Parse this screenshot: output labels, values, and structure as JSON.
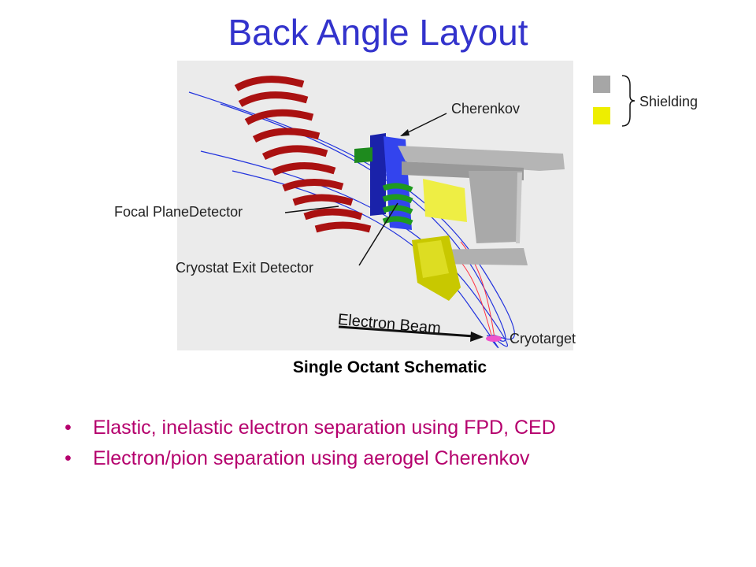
{
  "title": "Back Angle Layout",
  "labels": {
    "cherenkov": "Cherenkov",
    "focal_plane": "Focal PlaneDetector",
    "cryostat_exit": "Cryostat Exit Detector",
    "electron_beam": "Electron Beam",
    "cryotarget": "Cryotarget"
  },
  "legend": {
    "label": "Shielding",
    "swatches": [
      {
        "color": "#a6a6a6"
      },
      {
        "color": "#eeee00"
      }
    ]
  },
  "caption": "Single Octant Schematic",
  "bullets": [
    "Elastic, inelastic electron separation using FPD, CED",
    "Electron/pion separation using aerogel Cherenkov"
  ],
  "colors": {
    "title": "#3333cc",
    "bullet_text": "#b5006d",
    "fpd_red": "#aa1111",
    "cherenkov_blue": "#2233dd",
    "ced_green": "#229922",
    "shield_gray": "#a6a6a6",
    "shield_yellow": "#e6e600",
    "beam_blue": "#2233dd"
  }
}
